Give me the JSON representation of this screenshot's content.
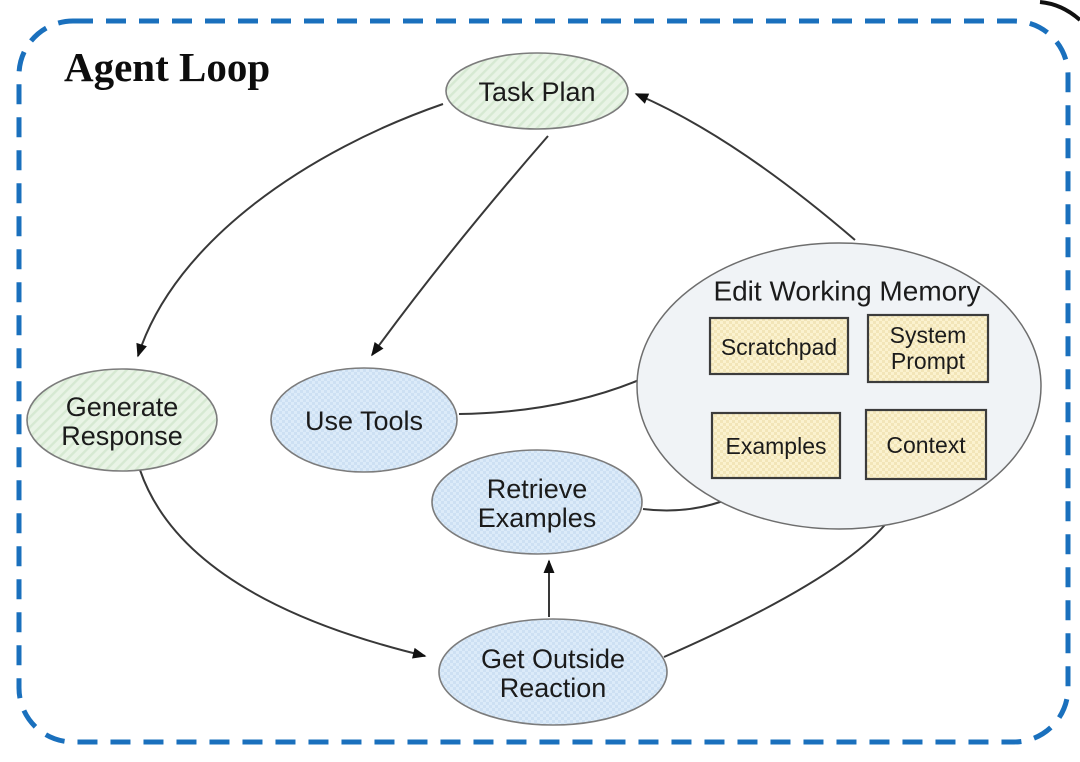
{
  "diagram": {
    "title": "Agent Loop",
    "nodes": [
      {
        "id": "task-plan",
        "label": "Task Plan",
        "lines": [
          "Task Plan"
        ],
        "fill": "#e9f4e6",
        "kind": "green-ellipse"
      },
      {
        "id": "generate-response",
        "label": "Generate Response",
        "lines": [
          "Generate",
          "Response"
        ],
        "fill": "#e9f4e6",
        "kind": "green-ellipse"
      },
      {
        "id": "use-tools",
        "label": "Use Tools",
        "lines": [
          "Use Tools"
        ],
        "fill": "#d9e8f8",
        "kind": "blue-ellipse"
      },
      {
        "id": "retrieve-examples",
        "label": "Retrieve Examples",
        "lines": [
          "Retrieve",
          "Examples"
        ],
        "fill": "#d9e8f8",
        "kind": "blue-ellipse"
      },
      {
        "id": "get-outside-reaction",
        "label": "Get Outside Reaction",
        "lines": [
          "Get Outside",
          "Reaction"
        ],
        "fill": "#d9e8f8",
        "kind": "blue-ellipse"
      }
    ],
    "memory": {
      "title": "Edit Working Memory",
      "fill": "#f0f3f6",
      "box_fill": "#faf1cc",
      "boxes": [
        {
          "id": "scratchpad",
          "label": "Scratchpad",
          "lines": [
            "Scratchpad"
          ]
        },
        {
          "id": "system-prompt",
          "label": "System Prompt",
          "lines": [
            "System",
            "Prompt"
          ]
        },
        {
          "id": "examples",
          "label": "Examples",
          "lines": [
            "Examples"
          ]
        },
        {
          "id": "context",
          "label": "Context",
          "lines": [
            "Context"
          ]
        }
      ]
    },
    "edges": [
      {
        "from": "task-plan",
        "to": "generate-response"
      },
      {
        "from": "task-plan",
        "to": "use-tools"
      },
      {
        "from": "use-tools",
        "to": "scratchpad"
      },
      {
        "from": "edit-working-memory",
        "to": "task-plan"
      },
      {
        "from": "retrieve-examples",
        "to": "examples"
      },
      {
        "from": "get-outside-reaction",
        "to": "retrieve-examples"
      },
      {
        "from": "get-outside-reaction",
        "to": "context"
      },
      {
        "from": "generate-response",
        "to": "get-outside-reaction"
      },
      {
        "from": "context",
        "to": "scratchpad"
      }
    ],
    "colors": {
      "border_blue": "#1a70bd",
      "arrow": "#383838",
      "green_node": "#e9f4e6",
      "blue_node": "#d9e8f8",
      "memory_ellipse": "#f0f3f6",
      "memory_box": "#faf1cc",
      "text": "#1b1b1b"
    }
  }
}
